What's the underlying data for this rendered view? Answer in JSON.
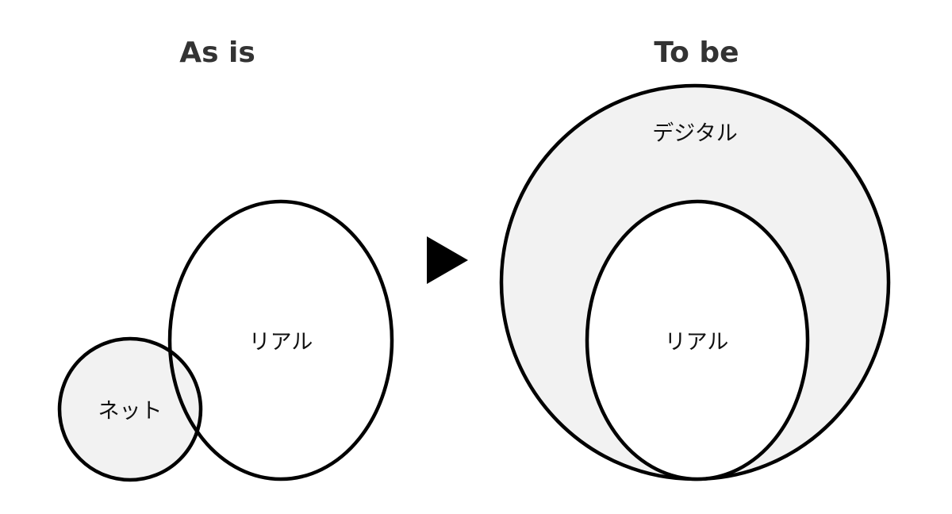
{
  "left_panel": {
    "title": "As is",
    "net_label": "ネット",
    "real_label": "リアル"
  },
  "right_panel": {
    "title": "To be",
    "digital_label": "デジタル",
    "real_label": "リアル"
  },
  "colors": {
    "fill_gray": "#f2f2f2",
    "fill_white": "#ffffff",
    "stroke": "#000000",
    "title": "#333333"
  },
  "icons": {
    "arrow": "play-triangle-right"
  }
}
